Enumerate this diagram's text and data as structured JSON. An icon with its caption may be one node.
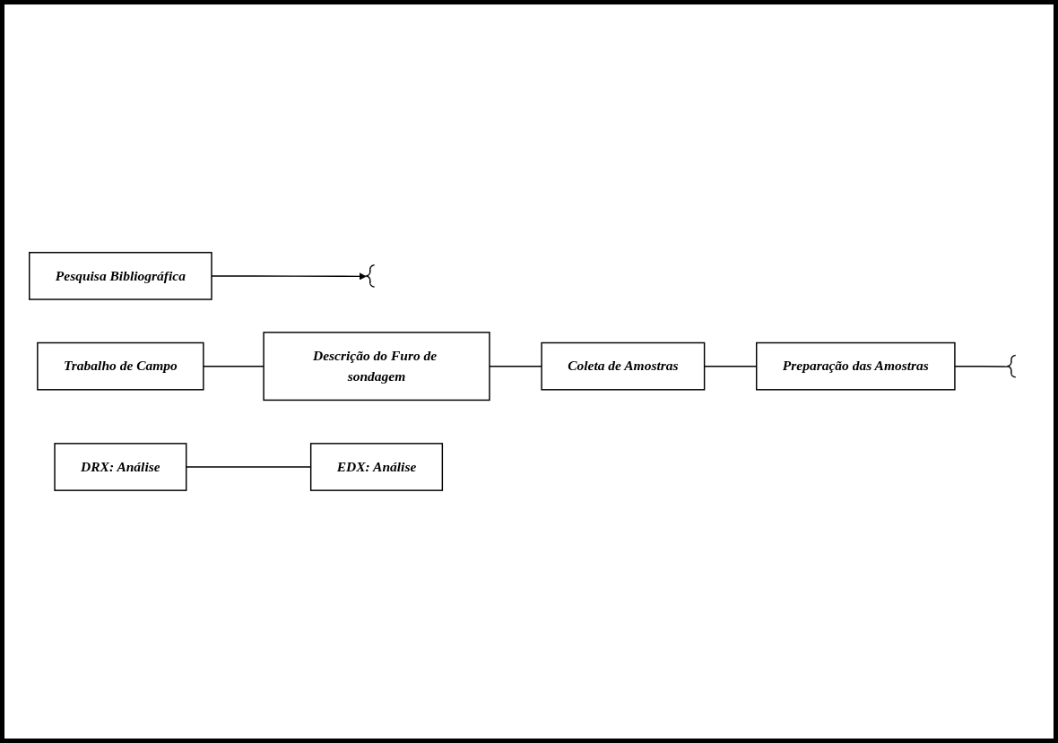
{
  "diagram": {
    "nodes": [
      {
        "text": [
          "Pesquisa Bibliográfica"
        ]
      },
      {
        "text": [],
        "shape": "bracket"
      },
      {
        "text": [
          "Trabalho de Campo"
        ]
      },
      {
        "text": [
          "Descrição do Furo de sondagem"
        ]
      },
      {
        "text": [
          "Coleta de Amostras"
        ]
      },
      {
        "text": [
          "Preparação das Amostras"
        ]
      },
      {
        "text": [],
        "shape": "bracket"
      },
      {
        "text": [
          "DRX: Análise"
        ]
      },
      {
        "text": [
          "EDX: Análise"
        ]
      }
    ],
    "edges": [
      {
        "from": 0,
        "to": 1,
        "arrow": "to"
      },
      {
        "from": 2,
        "to": 3,
        "arrow": "none"
      },
      {
        "from": 3,
        "to": 4,
        "arrow": "none"
      },
      {
        "from": 4,
        "to": 5,
        "arrow": "none"
      },
      {
        "from": 5,
        "to": 6,
        "arrow": "none"
      },
      {
        "from": 7,
        "to": 8,
        "arrow": "none"
      }
    ]
  }
}
